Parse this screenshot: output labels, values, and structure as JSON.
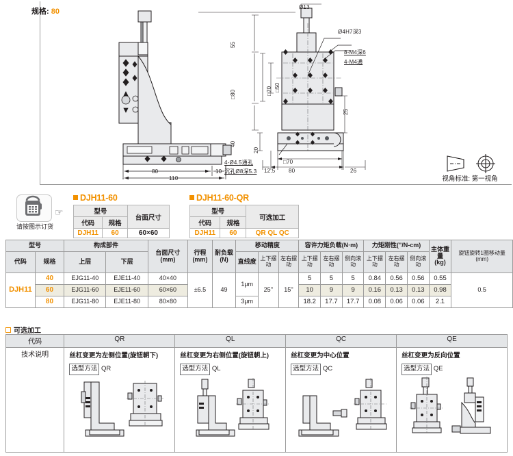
{
  "drawing": {
    "spec_label": "规格:",
    "spec_value": "80",
    "front_view_dims": [
      "80",
      "110",
      "10"
    ],
    "side_view_dims": {
      "top_diameter": "Ø13",
      "vertical": [
        "55",
        "□80",
        "40",
        "20",
        "25"
      ],
      "plate": [
        "□70",
        "□50"
      ],
      "bottom": [
        "12.5",
        "□70",
        "80",
        "26"
      ],
      "callouts": [
        "Ø4H7深3",
        "8-M4深6",
        "4-M4通"
      ],
      "hole_note_line1": "4-Ø4.5通孔",
      "hole_note_line2": "沉孔Ø8深5.3"
    },
    "view_standard": "视角标准: 第一视角"
  },
  "order": {
    "phone_caption": "请按图示订货",
    "left": {
      "title": "DJH11-60",
      "group_header": "型号",
      "headers": [
        "代码",
        "规格",
        "台面尺寸"
      ],
      "values": [
        "DJH11",
        "60",
        "60×60"
      ]
    },
    "right": {
      "title": "DJH11-60-QR",
      "group_header": "型号",
      "headers": [
        "代码",
        "规格",
        "可选加工"
      ],
      "values": [
        "DJH11",
        "60",
        "QR QL QC"
      ]
    }
  },
  "spec_table": {
    "groups": {
      "model": "型号",
      "components": "构成部件",
      "move_accuracy": "移动精度",
      "moment_load": "容许力矩负载(N·m)",
      "moment_rigidity": "力矩刚性(''/N-cm)"
    },
    "headers": {
      "code": "代码",
      "size": "规格",
      "upper": "上层",
      "lower": "下层",
      "table_size": "台面尺寸",
      "table_size_unit": "(mm)",
      "stroke": "行程",
      "stroke_unit": "(mm)",
      "load": "耐负载",
      "load_unit": "(N)",
      "straightness": "直线度",
      "ud_swing": "上下摆动",
      "lr_swing": "左右摆动",
      "side_roll": "侧向滚动",
      "weight": "主体重量",
      "weight_unit": "(kg)",
      "knob": "旋钮旋转1圈移动量",
      "knob_unit": "(mm)"
    },
    "code": "DJH11",
    "rows": [
      {
        "size": "40",
        "upper": "EJG11-40",
        "lower": "EJE11-40",
        "table_size": "40×40",
        "straightness": "1μm",
        "load_ud": "5",
        "load_lr": "5",
        "load_side": "5",
        "rig_ud": "0.84",
        "rig_lr": "0.56",
        "rig_side": "0.56",
        "weight": "0.55"
      },
      {
        "size": "60",
        "upper": "EJG11-60",
        "lower": "EJE11-60",
        "table_size": "60×60",
        "straightness": "",
        "load_ud": "10",
        "load_lr": "9",
        "load_side": "9",
        "rig_ud": "0.16",
        "rig_lr": "0.13",
        "rig_side": "0.13",
        "weight": "0.98"
      },
      {
        "size": "80",
        "upper": "EJG11-80",
        "lower": "EJE11-80",
        "table_size": "80×80",
        "straightness": "3μm",
        "load_ud": "18.2",
        "load_lr": "17.7",
        "load_side": "17.7",
        "rig_ud": "0.08",
        "rig_lr": "0.06",
        "rig_side": "0.06",
        "weight": "2.1"
      }
    ],
    "merged": {
      "stroke": "±6.5",
      "load": "49",
      "ud_swing": "25''",
      "lr_swing": "15''",
      "knob": "0.5"
    }
  },
  "optional": {
    "title": "可选加工",
    "code_header": "代码",
    "tech_label": "技术说明",
    "method_box": "选型方法",
    "columns": [
      {
        "code": "QR",
        "desc": "丝杠变更为左侧位置(旋钮朝下)",
        "method_value": "QR"
      },
      {
        "code": "QL",
        "desc": "丝杠变更为右侧位置(旋钮朝上)",
        "method_value": "QL"
      },
      {
        "code": "QC",
        "desc": "丝杠变更为中心位置",
        "method_value": "QC"
      },
      {
        "code": "QE",
        "desc": "丝杠变更为反向位置",
        "method_value": "QE"
      }
    ]
  }
}
